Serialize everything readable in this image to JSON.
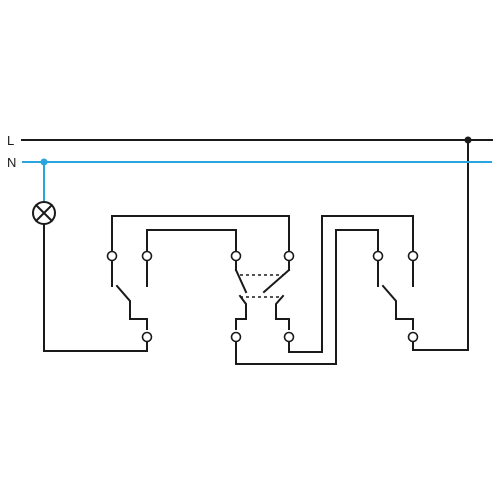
{
  "conductors": {
    "live": {
      "label": "L",
      "color": "#1a1a1a"
    },
    "neutral": {
      "label": "N",
      "color": "#2aa4df"
    }
  },
  "components": {
    "lamp": {
      "symbol": "lamp-cross-in-circle"
    },
    "switches": [
      {
        "name": "two-way-switch-left"
      },
      {
        "name": "intermediate-switch"
      },
      {
        "name": "two-way-switch-right"
      }
    ]
  }
}
